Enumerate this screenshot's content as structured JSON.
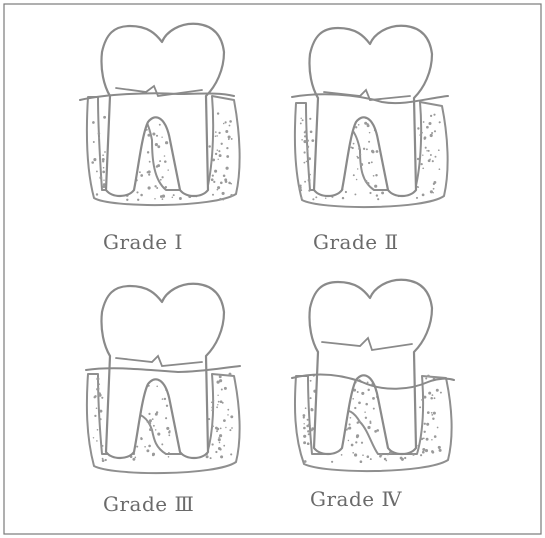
{
  "figure": {
    "panels": [
      {
        "id": "grade-1",
        "label": "Grade Ⅰ"
      },
      {
        "id": "grade-2",
        "label": "Grade Ⅱ"
      },
      {
        "id": "grade-3",
        "label": "Grade Ⅲ"
      },
      {
        "id": "grade-4",
        "label": "Grade Ⅳ"
      }
    ]
  },
  "colors": {
    "line": "#8a8a8a",
    "stipple": "#9a9a9a",
    "background": "#ffffff"
  }
}
